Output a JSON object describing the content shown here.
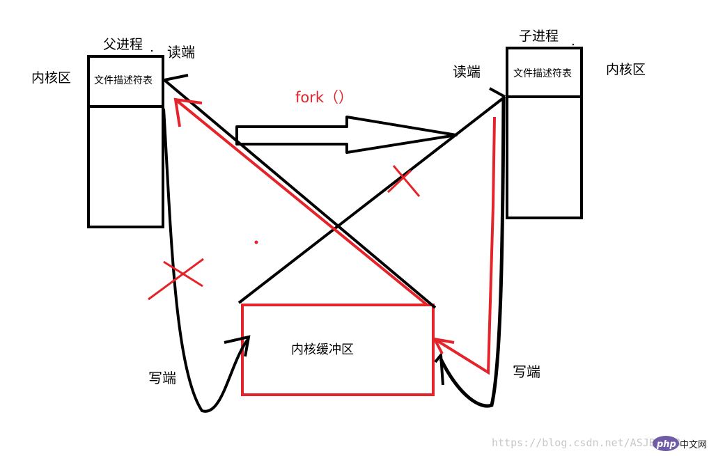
{
  "parent": {
    "title": "父进程",
    "read_end": "读端",
    "kernel_area": "内核区",
    "fd_table": "文件描述符表",
    "write_end": "写端"
  },
  "child": {
    "title": "子进程",
    "read_end": "读端",
    "kernel_area": "内核区",
    "fd_table": "文件描述符表",
    "write_end": "写端"
  },
  "fork_label": "fork（）",
  "kernel_buffer": "内核缓冲区",
  "watermark": {
    "url": "https://blog.csdn.net/ASJBFJSB",
    "logo_php": "php",
    "logo_cn": "中文网"
  },
  "colors": {
    "black": "#000000",
    "red": "#e5232b",
    "logo_purple": "#6f5ba6"
  }
}
